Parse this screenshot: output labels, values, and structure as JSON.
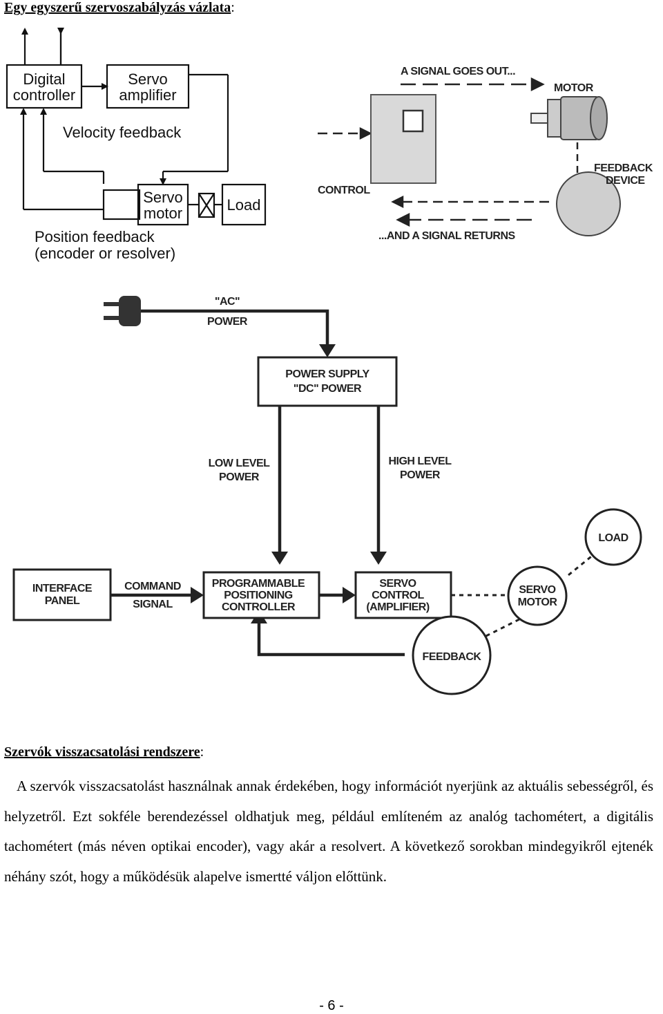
{
  "section1": {
    "title": "Egy egyszerű szervoszabályzás vázlata",
    "colon": ":"
  },
  "diagram1": {
    "digital_controller": [
      "Digital",
      "controller"
    ],
    "servo_amplifier": [
      "Servo",
      "amplifier"
    ],
    "velocity_feedback": "Velocity feedback",
    "servo_motor": [
      "Servo",
      "motor"
    ],
    "load": "Load",
    "position_feedback": [
      "Position feedback",
      "(encoder or resolver)"
    ]
  },
  "diagram2": {
    "signal_out": "A SIGNAL GOES OUT...",
    "motor": "MOTOR",
    "feedback_device": [
      "FEEDBACK",
      "DEVICE"
    ],
    "control": "CONTROL",
    "signal_returns": "...AND A SIGNAL RETURNS"
  },
  "diagram3": {
    "ac_power": [
      "\"AC\"",
      "POWER"
    ],
    "power_supply": [
      "POWER SUPPLY",
      "\"DC\" POWER"
    ],
    "low_level": [
      "LOW LEVEL",
      "POWER"
    ],
    "high_level": [
      "HIGH LEVEL",
      "POWER"
    ],
    "interface_panel": [
      "INTERFACE",
      "PANEL"
    ],
    "command_signal": [
      "COMMAND",
      "SIGNAL"
    ],
    "ppc": [
      "PROGRAMMABLE",
      "POSITIONING",
      "CONTROLLER"
    ],
    "servo_control": [
      "SERVO",
      "CONTROL",
      "(AMPLIFIER)"
    ],
    "servo_motor": [
      "SERVO",
      "MOTOR"
    ],
    "load": "LOAD",
    "feedback": "FEEDBACK"
  },
  "section2": {
    "title": "Szervók visszacsatolási rendszere",
    "colon": ":",
    "paragraph": "A szervók visszacsatolást használnak annak érdekében, hogy információt nyerjünk az aktuális sebességről, és helyzetről. Ezt sokféle berendezéssel oldhatjuk meg, például említeném az analóg tachométert, a digitális tachométert (más néven optikai encoder), vagy akár a resolvert. A következő sorokban mindegyikről ejtenék néhány szót, hogy a működésük alapelve ismertté váljon előttünk."
  },
  "page_number": "- 6 -"
}
